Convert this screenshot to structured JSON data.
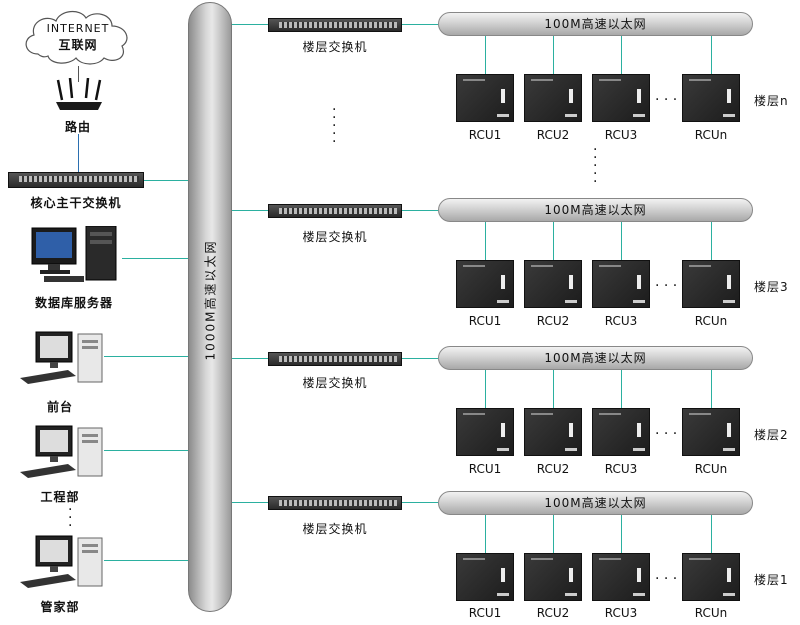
{
  "internet": {
    "line1": "INTERNET",
    "line2": "互联网"
  },
  "left_nodes": {
    "router": "路由",
    "core_switch": "核心主干交换机",
    "db_server": "数据库服务器",
    "front_desk": "前台",
    "engineering": "工程部",
    "housekeeping": "管家部"
  },
  "backbone_label": "1000M高速以太网",
  "floor_switch_label": "楼层交换机",
  "floors": [
    {
      "name": "楼层n",
      "bus": "100M高速以太网",
      "rcus": [
        "RCU1",
        "RCU2",
        "RCU3",
        "RCUn"
      ]
    },
    {
      "name": "楼层3",
      "bus": "100M高速以太网",
      "rcus": [
        "RCU1",
        "RCU2",
        "RCU3",
        "RCUn"
      ]
    },
    {
      "name": "楼层2",
      "bus": "100M高速以太网",
      "rcus": [
        "RCU1",
        "RCU2",
        "RCU3",
        "RCUn"
      ]
    },
    {
      "name": "楼层1",
      "bus": "100M高速以太网",
      "rcus": [
        "RCU1",
        "RCU2",
        "RCU3",
        "RCUn"
      ]
    }
  ],
  "colors": {
    "link": "#2bb0a0",
    "device": "#222222",
    "bus": "#c8c8c8"
  }
}
